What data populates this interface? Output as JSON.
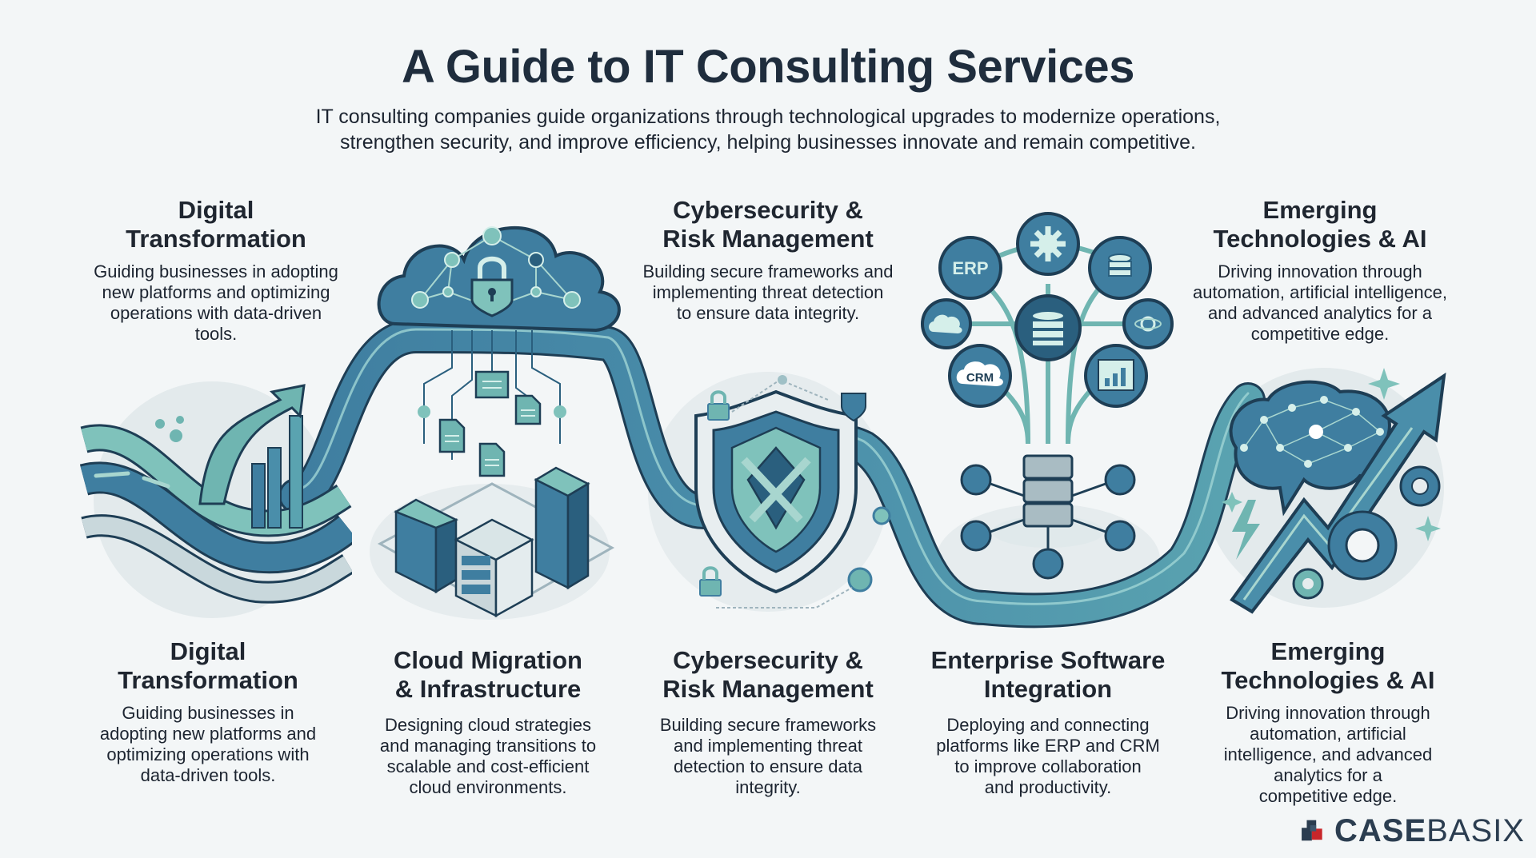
{
  "header": {
    "title": "A Guide to IT Consulting Services",
    "subtitle_line1": "IT consulting companies guide organizations through technological upgrades to modernize operations,",
    "subtitle_line2": "strengthen security, and improve efficiency, helping businesses innovate and remain competitive."
  },
  "top_row": [
    {
      "title_line1": "Digital",
      "title_line2": "Transformation",
      "desc_lines": [
        "Guiding businesses in adopting",
        "new platforms and optimizing",
        "operations with data-driven",
        "tools."
      ]
    },
    {
      "title_line1": "Cybersecurity &",
      "title_line2": "Risk Management",
      "desc_lines": [
        "Building secure frameworks and",
        "implementing threat detection",
        "to ensure data integrity."
      ]
    },
    {
      "title_line1": "Emerging",
      "title_line2": "Technologies & AI",
      "desc_lines": [
        "Driving innovation through",
        "automation, artificial intelligence,",
        "and advanced analytics for a",
        "competitive edge."
      ]
    }
  ],
  "bottom_row": [
    {
      "title_line1": "Digital",
      "title_line2": "Transformation",
      "desc_lines": [
        "Guiding businesses in",
        "adopting new platforms and",
        "optimizing operations with",
        "data-driven tools."
      ]
    },
    {
      "title_line1": "Cloud Migration",
      "title_line2": "& Infrastructure",
      "desc_lines": [
        "Designing cloud strategies",
        "and managing transitions to",
        "scalable and cost-efficient",
        "cloud environments."
      ]
    },
    {
      "title_line1": "Cybersecurity &",
      "title_line2": "Risk Management",
      "desc_lines": [
        "Building secure frameworks",
        "and implementing threat",
        "detection to ensure data",
        "integrity."
      ]
    },
    {
      "title_line1": "Enterprise Software",
      "title_line2": "Integration",
      "desc_lines": [
        "Deploying and connecting",
        "platforms like ERP and CRM",
        "to improve collaboration",
        "and productivity."
      ]
    },
    {
      "title_line1": "Emerging",
      "title_line2": "Technologies & AI",
      "desc_lines": [
        "Driving innovation through",
        "automation, artificial",
        "intelligence, and advanced",
        "analytics for a",
        "competitive edge."
      ]
    }
  ],
  "illustrations": {
    "erp_label": "ERP",
    "crm_label": "CRM"
  },
  "logo": {
    "part1": "CASE",
    "part2": "BASIX"
  },
  "colors": {
    "background": "#f3f6f7",
    "primary_blue": "#3f7ea0",
    "dark_blue": "#2a5f7e",
    "teal": "#6fb5b1",
    "light_teal": "#a8d6cf",
    "outline": "#1e3e55",
    "logo_red": "#c8262a",
    "logo_navy": "#2b3d50"
  }
}
